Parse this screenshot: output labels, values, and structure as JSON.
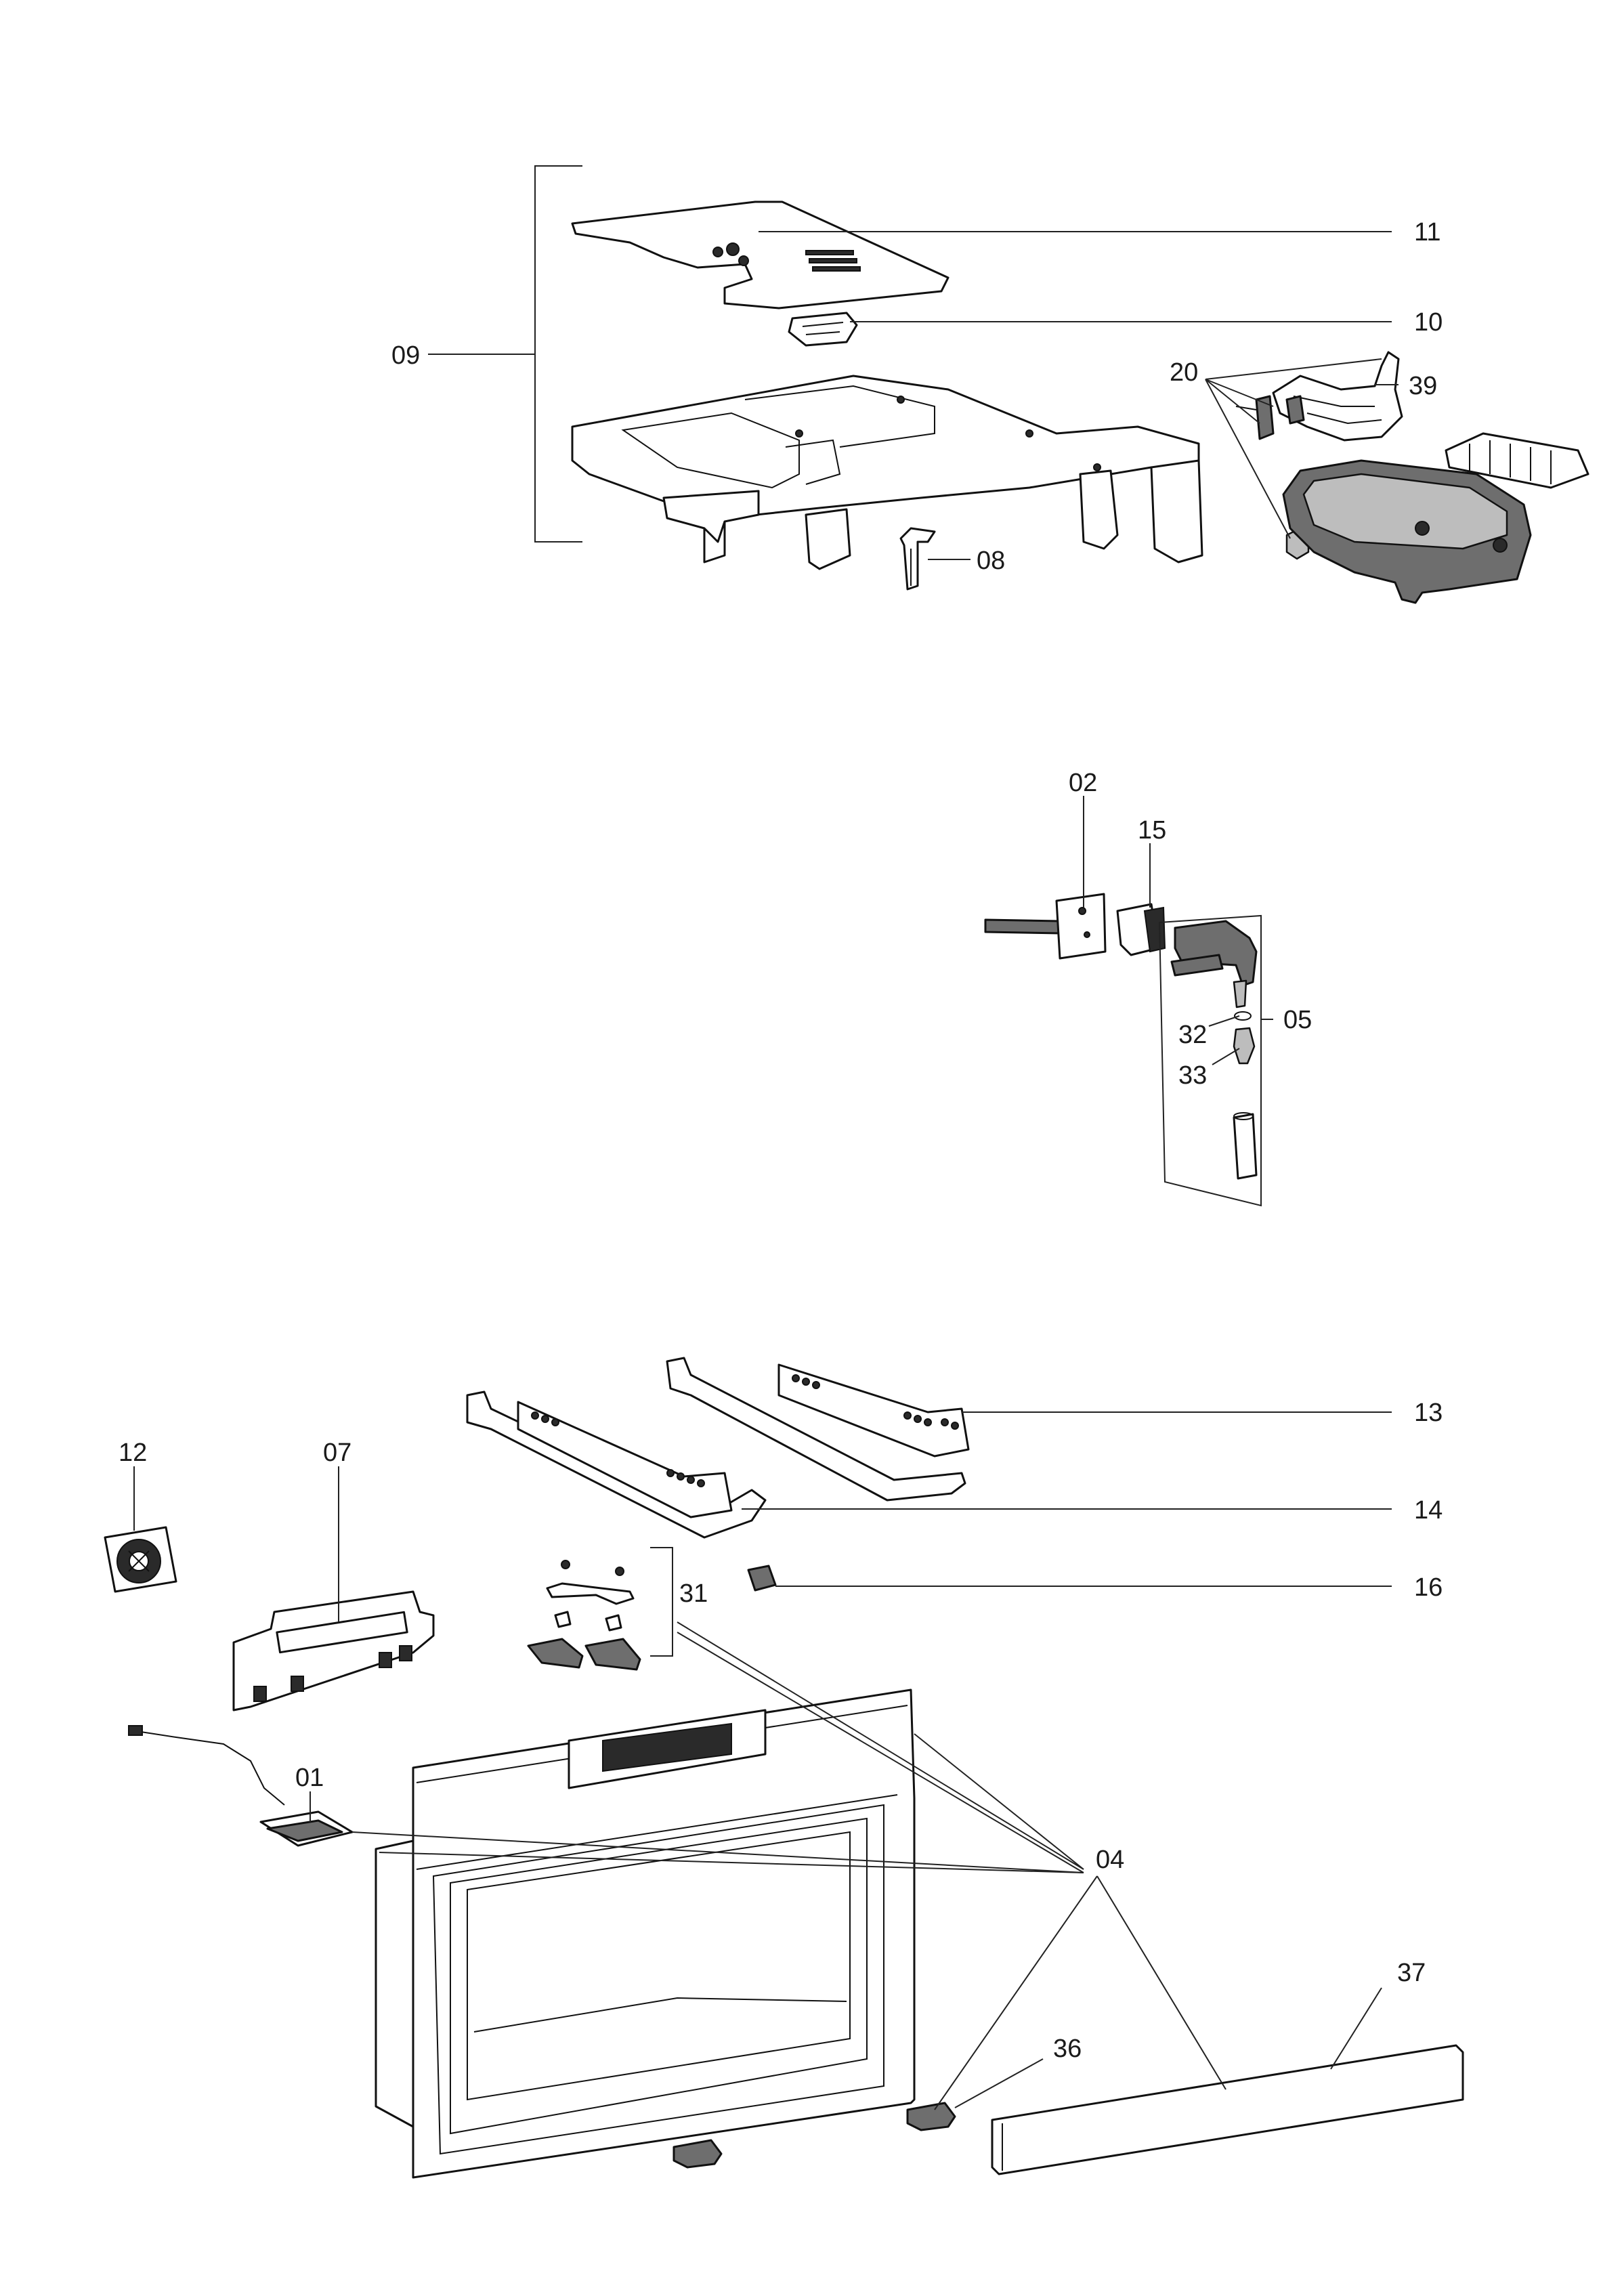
{
  "callouts": {
    "c01": "01",
    "c02": "02",
    "c04": "04",
    "c05": "05",
    "c07": "07",
    "c08": "08",
    "c09": "09",
    "c10": "10",
    "c11": "11",
    "c12": "12",
    "c13": "13",
    "c14": "14",
    "c15": "15",
    "c16": "16",
    "c20": "20",
    "c31": "31",
    "c32": "32",
    "c33": "33",
    "c36": "36",
    "c37": "37",
    "c39": "39"
  }
}
